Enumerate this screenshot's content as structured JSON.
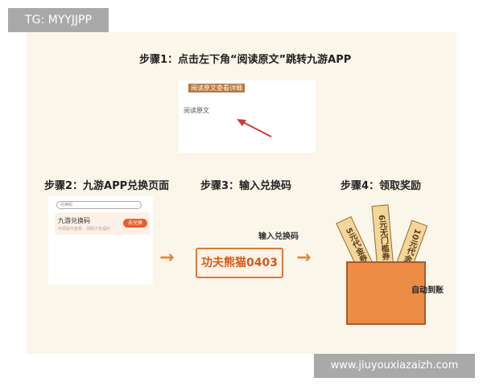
{
  "watermarks": {
    "top_left": "TG: MYYJJPP",
    "bottom_right": "www.jiuyouxiazaizh.com"
  },
  "step1": {
    "title": "步骤1：点击左下角“阅读原文”跳转九游APP",
    "tag": "阅读原文查看详细",
    "link": "阅读原文"
  },
  "step2": {
    "title": "步骤2：九游APP兑换页面",
    "search": "兑换码",
    "card_title": "九游兑换码",
    "card_sub": "可领取代金券、领取才有福利",
    "button": "去兑换"
  },
  "step3": {
    "title": "步骤3：输入兑换码",
    "label": "输入兑换码",
    "code": "功夫熊猫0403"
  },
  "step4": {
    "title": "步骤4：领取奖励",
    "tickets": [
      "5元代金券",
      "6元无门槛券",
      "10元代金券"
    ],
    "note": "自动到账"
  },
  "colors": {
    "accent": "#e0873a",
    "background": "#fbf6ea"
  }
}
